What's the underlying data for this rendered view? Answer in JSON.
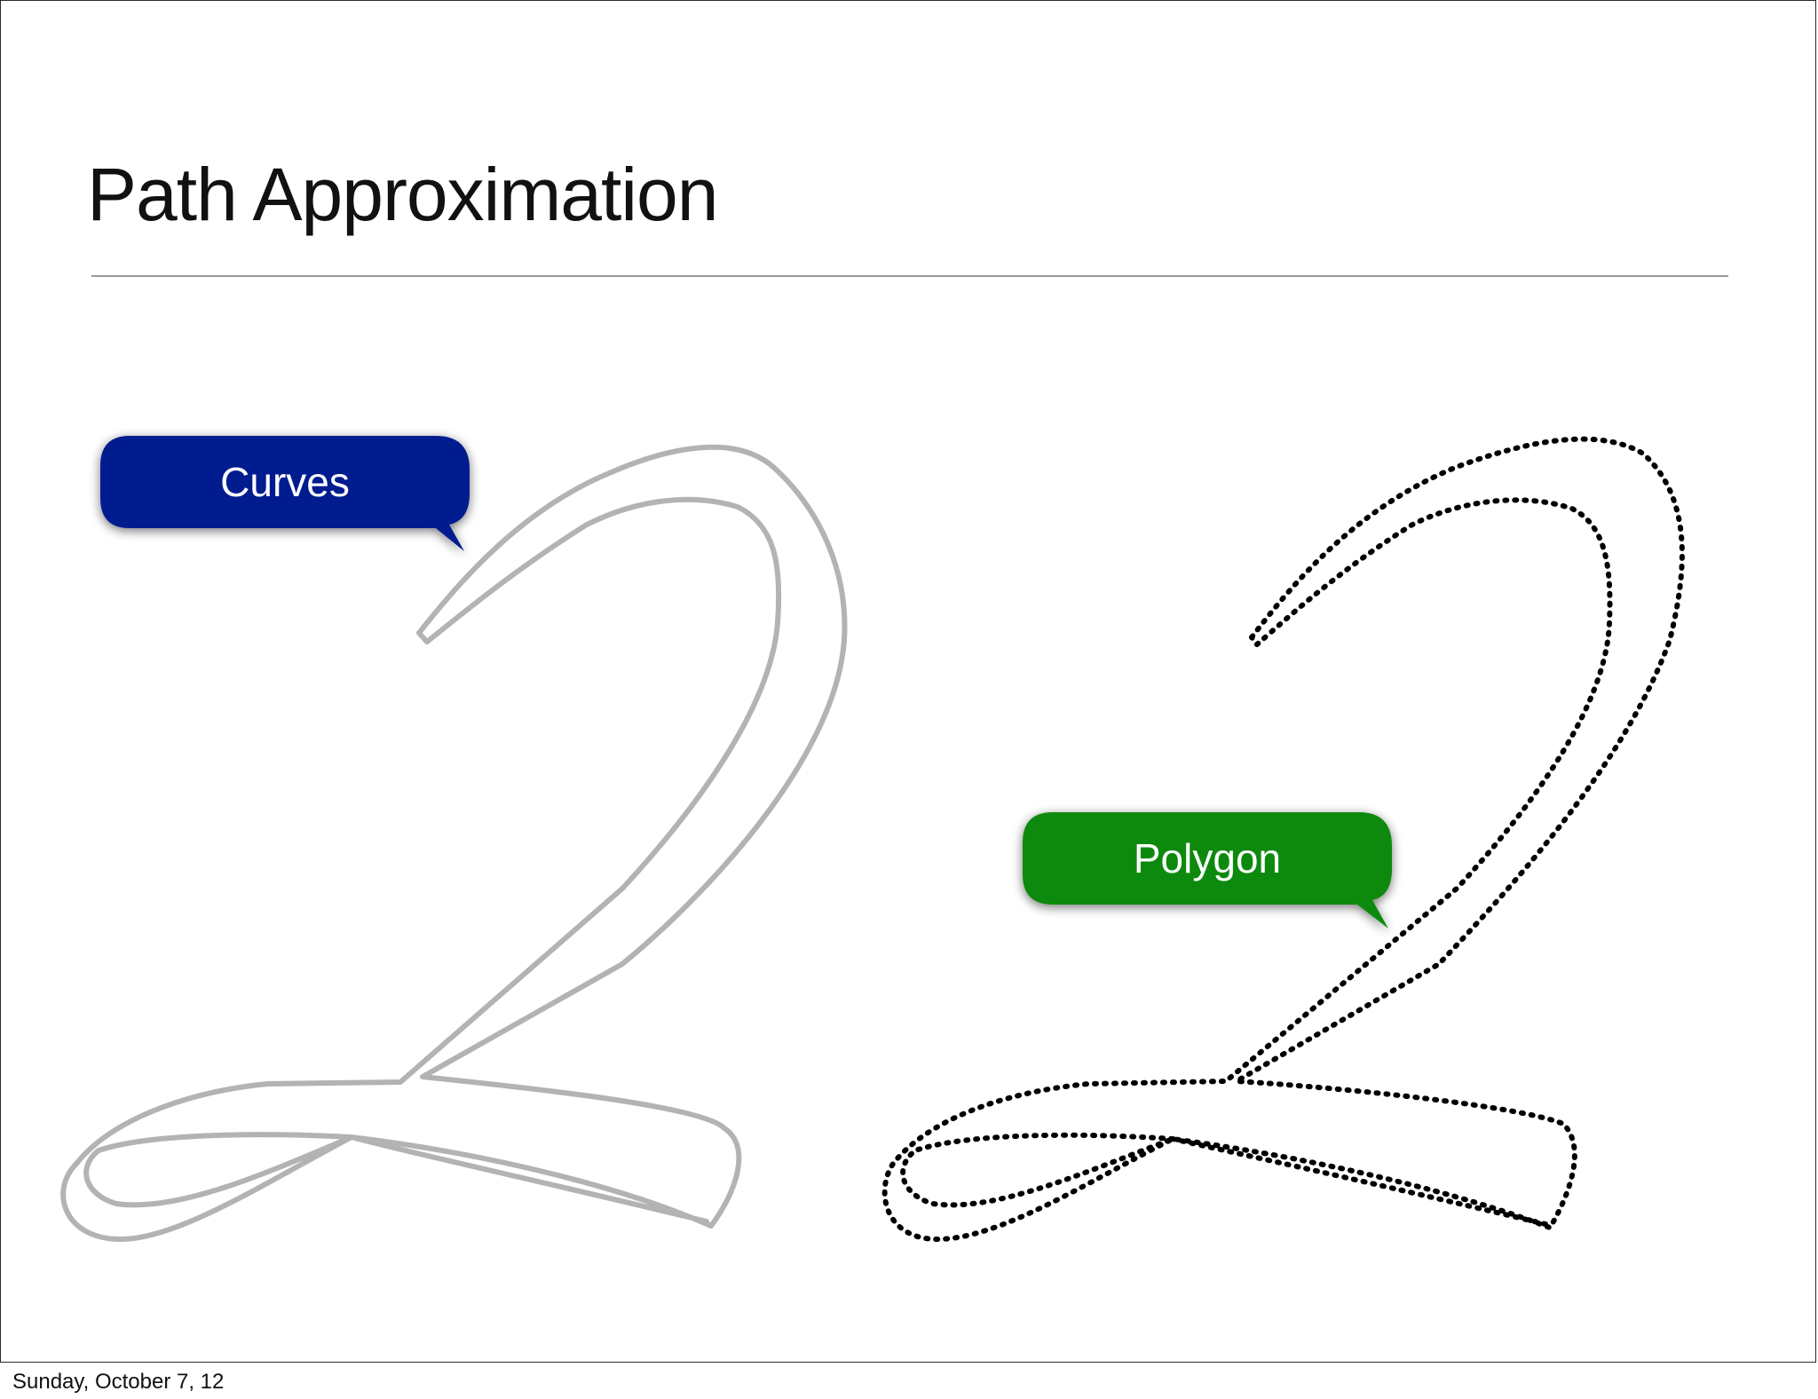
{
  "slide": {
    "title": "Path Approximation",
    "labels": {
      "curves": "Curves",
      "polygon": "Polygon"
    },
    "colors": {
      "curves_bubble": "#041b8f",
      "polygon_bubble": "#0a8a10",
      "curve_stroke": "#b3b3b3",
      "polygon_stroke": "#000000"
    }
  },
  "footer": {
    "date": "Sunday, October 7, 12"
  }
}
